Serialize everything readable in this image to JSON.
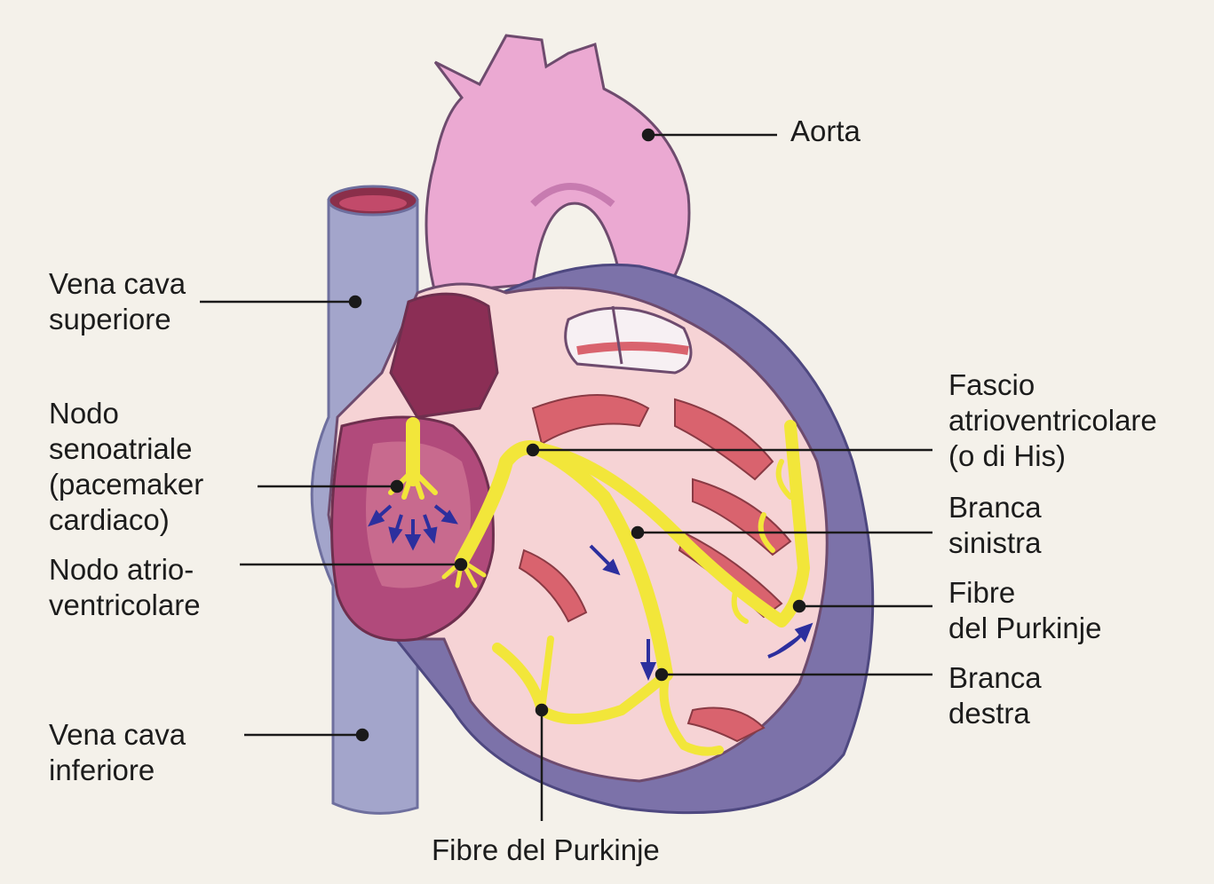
{
  "diagram": {
    "labels": {
      "aorta": [
        "Aorta"
      ],
      "vena_cava_superiore": [
        "Vena cava",
        "superiore"
      ],
      "nodo_senoatriale": [
        "Nodo",
        "senoatriale",
        "(pacemaker",
        "cardiaco)"
      ],
      "nodo_atrioventricolare": [
        "Nodo atrio-",
        "ventricolare"
      ],
      "vena_cava_inferiore": [
        "Vena cava",
        "inferiore"
      ],
      "fascio_his": [
        "Fascio",
        "atrioventricolare",
        "(o di His)"
      ],
      "branca_sinistra": [
        "Branca",
        "sinistra"
      ],
      "fibre_purkinje_right": [
        "Fibre",
        "del Purkinje"
      ],
      "branca_destra": [
        "Branca",
        "destra"
      ],
      "fibre_purkinje_bottom": [
        "Fibre del Purkinje"
      ]
    },
    "colors": {
      "background": "#f4f1ea",
      "vein": "#9fa0c8",
      "aorta": "#e9a8cf",
      "myocardium": "#7a6fa8",
      "inner_wall": "#f6d4d4",
      "atrium": "#b04a7a",
      "muscle_red": "#d9636e",
      "conduction": "#f4ea3c",
      "arrow": "#2c2f9e"
    }
  }
}
